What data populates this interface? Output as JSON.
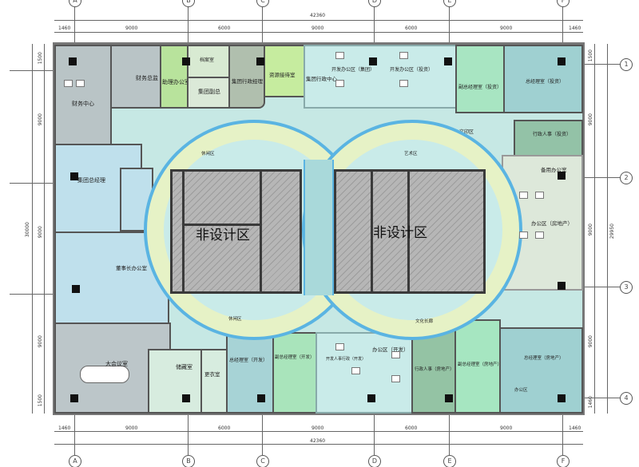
{
  "dimensions": {
    "total_width": "42360",
    "top_segments": [
      "1460",
      "9000",
      "6000",
      "9000",
      "6000",
      "9000",
      "1460"
    ],
    "bottom_segments": [
      "1460",
      "9000",
      "6000",
      "9000",
      "6000",
      "9000",
      "1460"
    ],
    "left_total": "30000",
    "left_segments": [
      "1500",
      "9000",
      "9000",
      "9000",
      "1500"
    ],
    "right_total": "29950",
    "right_segments": [
      "1500",
      "9000",
      "9000",
      "9000",
      "1460"
    ]
  },
  "grid_axes": {
    "columns": [
      "A",
      "B",
      "C",
      "D",
      "E",
      "F"
    ],
    "rows": [
      "1",
      "2",
      "3",
      "4"
    ]
  },
  "non_design_label": "非设计区",
  "rooms": {
    "finance_center": "财务中心",
    "finance_director": "财务总监",
    "assistant_office": "助理办公室",
    "archive": "档案室",
    "group_vp": "集团副总",
    "group_admin_manager": "集团行政经理",
    "reception": "资源接待室",
    "group_admin_center": "集团行政中心",
    "dev_office_group": "开发办公区（集团）",
    "dev_office_invest": "开发办公区（投资）",
    "vp_invest": "副总经理室（投资）",
    "gm_invest": "总经理室（投资）",
    "hr_invest": "行政人事（投资）",
    "spare_office": "备用办公室",
    "office_realestate": "办公区（房地产）",
    "print_area": "文印区",
    "group_gm": "集团总经理",
    "chairman": "董事长办公室",
    "big_meeting": "大会议室",
    "storage": "储藏室",
    "locker": "更衣室",
    "gm_dev": "总经理室（开发）",
    "vp_dev": "副总经理室（开发）",
    "office_dev": "办公区（开发）",
    "hr_dev": "开发人事行政（开发）",
    "hr_realestate": "行政人事（房地产）",
    "vp_realestate": "副总经理室（房地产）",
    "gm_realestate": "总经理室（房地产）",
    "art_zone": "艺术区",
    "leisure_zone": "休闲区",
    "culture_corridor": "文化长廊",
    "office_desk": "办公区"
  },
  "colors": {
    "grey_room": "#b9c4c6",
    "green_room": "#b8e39c",
    "mint_room": "#a8e5c2",
    "teal_room": "#9fd0d1",
    "cyan_room": "#c9ebe9",
    "lobby": "#c6e8e4",
    "ring": "#5ab4e2",
    "band": "#e6f2c6"
  }
}
